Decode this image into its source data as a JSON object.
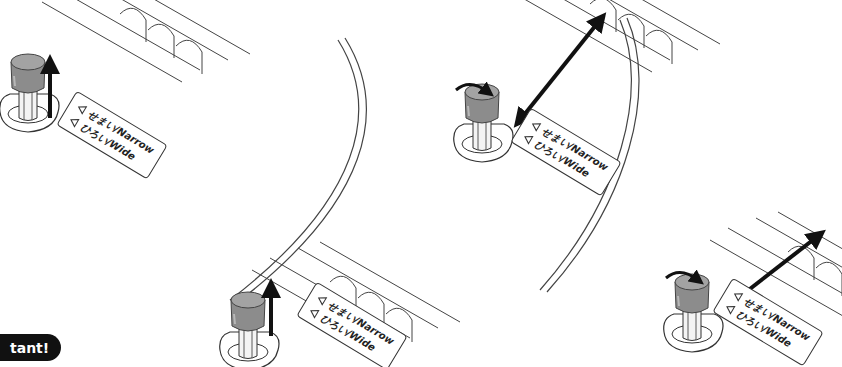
{
  "diagram": {
    "nodes": [
      {
        "text": [
          "せまい/Narrow",
          "ひろい/Wide"
        ]
      },
      {
        "text": [
          "せまい/Narrow",
          "ひろい/Wide"
        ]
      },
      {
        "text": [
          "せまい/Narrow",
          "ひろい/Wide"
        ]
      },
      {
        "text": [
          "せまい/Narrow",
          "ひろい/Wide"
        ]
      },
      {
        "text": [
          "tant!"
        ]
      }
    ]
  }
}
